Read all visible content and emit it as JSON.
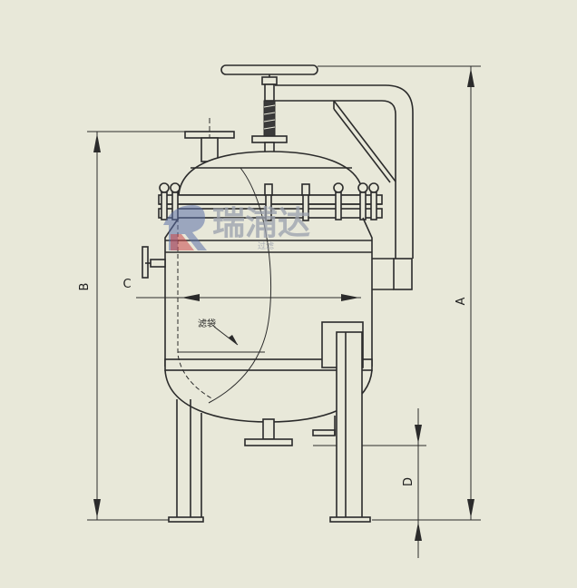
{
  "drawing": {
    "dimensions": {
      "A": "A",
      "B": "B",
      "C": "C",
      "D": "D"
    },
    "annotation": "滤袋"
  },
  "watermark": {
    "logo": "瑞浦达",
    "sub": "过滤"
  },
  "colors": {
    "background": "#e8e8d9",
    "line": "#2b2b2b",
    "watermark_blue": "#5b6fa8",
    "watermark_red": "#c8474a"
  }
}
